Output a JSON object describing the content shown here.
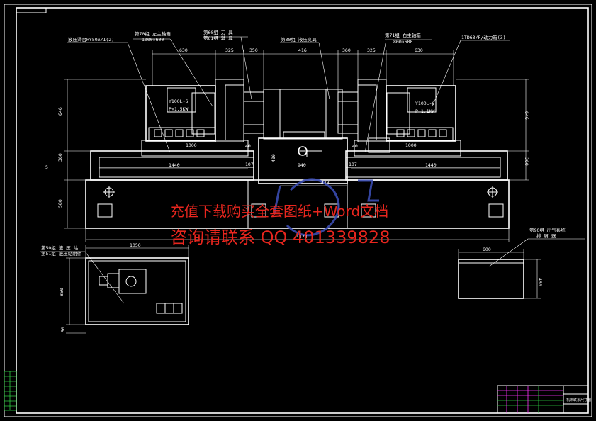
{
  "labels": {
    "hydraulic_slide": "液压滑台HY50A/I(2)",
    "left_head_group": "第70组 左主轴箱",
    "left_head_size": "1000×600",
    "tool_group": "第60组 刀 具",
    "tool_sub": "第61组 辅 具",
    "fixture": "第30组 液压夹具",
    "right_head_group": "第71组 右主轴箱",
    "right_head_size": "800×600",
    "power_head": "1TD63/F/动力箱(3)",
    "pump_group": "第50组 液 压 站",
    "pump_sub": "第51组 液压站附件",
    "chip_group": "第90组 出气系统",
    "chip_sub": "排 屑 器",
    "motor_left": "Y100L-6",
    "power_left": "P=1.5KW",
    "motor_right": "Y100L-6",
    "power_right": "P=1.1KW",
    "title_block": "机床联系尺寸图"
  },
  "dims": {
    "d630_left": "630",
    "d325_left": "325",
    "d350_left": "350",
    "d416": "416",
    "d360_right": "360",
    "d325_right": "325",
    "d630_right": "630",
    "d646_left": "646",
    "d646_right": "646",
    "d360_left_v": "360",
    "d360_right_v": "360",
    "d1000_left": "1000",
    "d1000_right": "1000",
    "d1440_left": "1440",
    "d1440_right": "1440",
    "d580": "580",
    "d40_a": "40",
    "d40_b": "40",
    "d107_l": "107",
    "d107_r": "107",
    "d400": "400",
    "d940": "940",
    "d473": "473",
    "d4474": "4474",
    "d1050": "1050",
    "d850": "850",
    "d50": "50",
    "d600": "600",
    "d460": "460",
    "d5": "5"
  },
  "watermark": {
    "line1": "充值下载购买全套图纸+Word文档",
    "line2": "咨询请联系 QQ 401339828"
  }
}
